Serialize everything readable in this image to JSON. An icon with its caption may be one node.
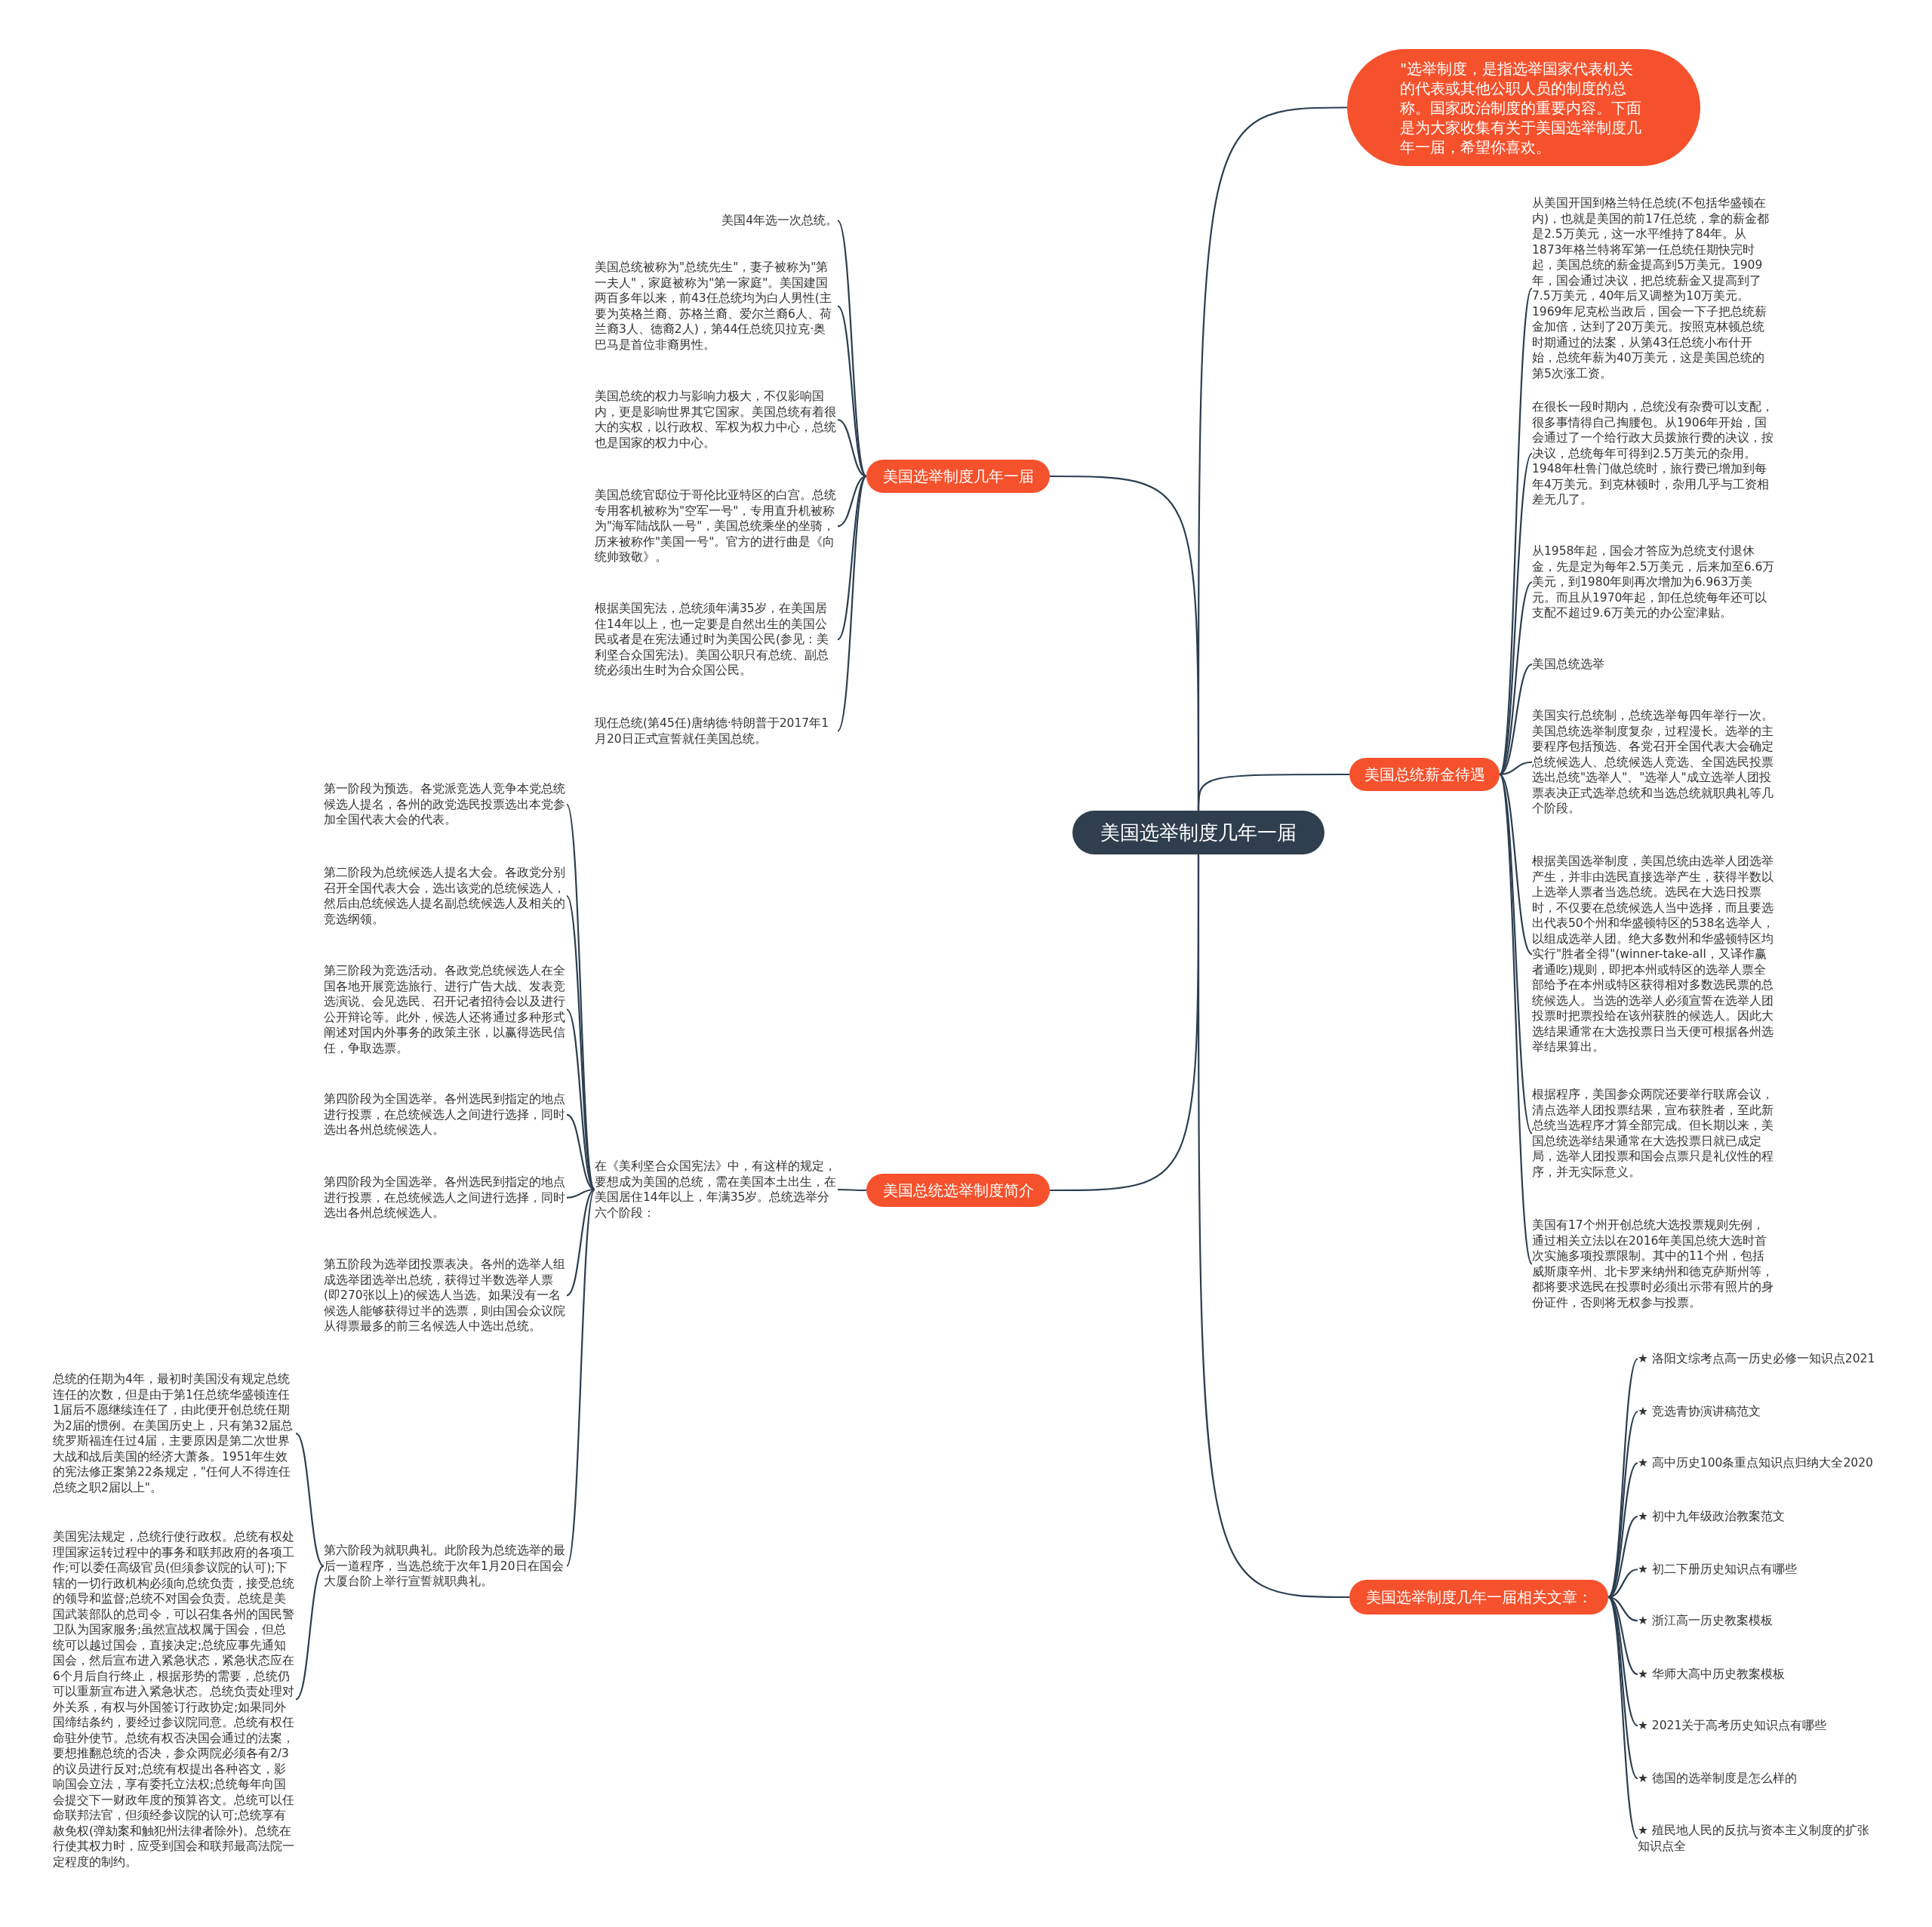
{
  "diagram": {
    "nodes": [
      {
        "text": [
          "美国选举制度几年一届"
        ]
      },
      {
        "text": [
          "\"选举制度，是指选举国家代表机关的代表或其他公职人员的制度的总称。国家政治制度的重要内容。下面是为大家收集有关于美国选举制度几年一届，希望你喜欢。"
        ]
      },
      {
        "text": [
          "美国选举制度几年一届"
        ]
      },
      {
        "text": [
          "美国4年选一次总统。"
        ]
      },
      {
        "text": [
          "美国总统被称为\"总统先生\"，妻子被称为\"第一夫人\"，家庭被称为\"第一家庭\"。美国建国两百多年以来，前43任总统均为白人男性(主要为英格兰裔、苏格兰裔、爱尔兰裔6人、荷兰裔3人、德裔2人)，第44任总统贝拉克·奥巴马是首位非裔男性。"
        ]
      },
      {
        "text": [
          "美国总统的权力与影响力极大，不仅影响国内，更是影响世界其它国家。美国总统有着很大的实权，以行政权、军权为权力中心，总统也是国家的权力中心。"
        ]
      },
      {
        "text": [
          "美国总统官邸位于哥伦比亚特区的白宫。总统专用客机被称为\"空军一号\"，专用直升机被称为\"海军陆战队一号\"，美国总统乘坐的坐骑，历来被称作\"美国一号\"。官方的进行曲是《向统帅致敬》。"
        ]
      },
      {
        "text": [
          "根据美国宪法，总统须年满35岁，在美国居住14年以上，也一定要是自然出生的美国公民或者是在宪法通过时为美国公民(参见：美利坚合众国宪法)。美国公职只有总统、副总统必须出生时为合众国公民。"
        ]
      },
      {
        "text": [
          "现任总统(第45任)唐纳德·特朗普于2017年1月20日正式宣誓就任美国总统。"
        ]
      },
      {
        "text": [
          "美国总统选举制度简介"
        ]
      },
      {
        "text": [
          "在《美利坚合众国宪法》中，有这样的规定，要想成为美国的总统，需在美国本土出生，在美国居住14年以上，年满35岁。总统选举分六个阶段："
        ]
      },
      {
        "text": [
          "第一阶段为预选。各党派竞选人竞争本党总统候选人提名，各州的政党选民投票选出本党参加全国代表大会的代表。"
        ]
      },
      {
        "text": [
          "第二阶段为总统候选人提名大会。各政党分别召开全国代表大会，选出该党的总统候选人，然后由总统候选人提名副总统候选人及相关的竞选纲领。"
        ]
      },
      {
        "text": [
          "第三阶段为竞选活动。各政党总统候选人在全国各地开展竞选旅行、进行广告大战、发表竞选演说、会见选民、召开记者招待会以及进行公开辩论等。此外，候选人还将通过多种形式阐述对国内外事务的政策主张，以赢得选民信任，争取选票。"
        ]
      },
      {
        "text": [
          "第四阶段为全国选举。各州选民到指定的地点进行投票，在总统候选人之间进行选择，同时选出各州总统候选人。"
        ]
      },
      {
        "text": [
          "第四阶段为全国选举。各州选民到指定的地点进行投票，在总统候选人之间进行选择，同时选出各州总统候选人。"
        ]
      },
      {
        "text": [
          "第五阶段为选举团投票表决。各州的选举人组成选举团选举出总统，获得过半数选举人票(即270张以上)的候选人当选。如果没有一名候选人能够获得过半的选票，则由国会众议院从得票最多的前三名候选人中选出总统。"
        ]
      },
      {
        "text": [
          "第六阶段为就职典礼。此阶段为总统选举的最后一道程序，当选总统于次年1月20日在国会大厦台阶上举行宣誓就职典礼。"
        ]
      },
      {
        "text": [
          "总统的任期为4年，最初时美国没有规定总统连任的次数，但是由于第1任总统华盛顿连任1届后不愿继续连任了，由此便开创总统任期为2届的惯例。在美国历史上，只有第32届总统罗斯福连任过4届，主要原因是第二次世界大战和战后美国的经济大萧条。1951年生效的宪法修正案第22条规定，\"任何人不得连任总统之职2届以上\"。"
        ]
      },
      {
        "text": [
          "美国宪法规定，总统行使行政权。总统有权处理国家运转过程中的事务和联邦政府的各项工作;可以委任高级官员(但须参议院的认可);下辖的一切行政机构必须向总统负责，接受总统的领导和监督;总统不对国会负责。总统是美国武装部队的总司令，可以召集各州的国民警卫队为国家服务;虽然宣战权属于国会，但总统可以越过国会，直接决定;总统应事先通知国会，然后宣布进入紧急状态，紧急状态应在6个月后自行终止，根据形势的需要，总统仍可以重新宣布进入紧急状态。总统负责处理对外关系，有权与外国签订行政协定;如果同外国缔结条约，要经过参议院同意。总统有权任命驻外使节。总统有权否决国会通过的法案，要想推翻总统的否决，参众两院必须各有2/3的议员进行反对;总统有权提出各种咨文，影响国会立法，享有委托立法权;总统每年向国会提交下一财政年度的预算咨文。总统可以任命联邦法官，但须经参议院的认可;总统享有赦免权(弹劾案和触犯州法律者除外)。总统在行使其权力时，应受到国会和联邦最高法院一定程度的制约。"
        ]
      },
      {
        "text": [
          "美国总统薪金待遇"
        ]
      },
      {
        "text": [
          "从美国开国到格兰特任总统(不包括华盛顿在内)，也就是美国的前17任总统，拿的薪金都是2.5万美元，这一水平维持了84年。从1873年格兰特将军第一任总统任期快完时起，美国总统的薪金提高到5万美元。1909年，国会通过决议，把总统薪金又提高到了7.5万美元，40年后又调整为10万美元。1969年尼克松当政后，国会一下子把总统薪金加倍，达到了20万美元。按照克林顿总统时期通过的法案，从第43任总统小布什开始，总统年薪为40万美元，这是美国总统的第5次涨工资。"
        ]
      },
      {
        "text": [
          "在很长一段时期内，总统没有杂费可以支配，很多事情得自己掏腰包。从1906年开始，国会通过了一个给行政大员拨旅行费的决议，按决议，总统每年可得到2.5万美元的杂用。1948年杜鲁门做总统时，旅行费已增加到每年4万美元。到克林顿时，杂用几乎与工资相差无几了。"
        ]
      },
      {
        "text": [
          "从1958年起，国会才答应为总统支付退休金，先是定为每年2.5万美元，后来加至6.6万美元，到1980年则再次增加为6.963万美元。而且从1970年起，卸任总统每年还可以支配不超过9.6万美元的办公室津贴。"
        ]
      },
      {
        "text": [
          "美国总统选举"
        ]
      },
      {
        "text": [
          "美国实行总统制，总统选举每四年举行一次。美国总统选举制度复杂，过程漫长。选举的主要程序包括预选、各党召开全国代表大会确定总统候选人、总统候选人竞选、全国选民投票选出总统\"选举人\"、\"选举人\"成立选举人团投票表决正式选举总统和当选总统就职典礼等几个阶段。"
        ]
      },
      {
        "text": [
          "根据美国选举制度，美国总统由选举人团选举产生，并非由选民直接选举产生，获得半数以上选举人票者当选总统。选民在大选日投票时，不仅要在总统候选人当中选择，而且要选出代表50个州和华盛顿特区的538名选举人，以组成选举人团。绝大多数州和华盛顿特区均实行\"胜者全得\"(winner-take-all，又译作赢者通吃)规则，即把本州或特区的选举人票全部给予在本州或特区获得相对多数选民票的总统候选人。当选的选举人必须宣誓在选举人团投票时把票投给在该州获胜的候选人。因此大选结果通常在大选投票日当天便可根据各州选举结果算出。"
        ]
      },
      {
        "text": [
          "根据程序，美国参众两院还要举行联席会议，清点选举人团投票结果，宣布获胜者，至此新总统当选程序才算全部完成。但长期以来，美国总统选举结果通常在大选投票日就已成定局，选举人团投票和国会点票只是礼仪性的程序，并无实际意义。"
        ]
      },
      {
        "text": [
          "美国有17个州开创总统大选投票规则先例，通过相关立法以在2016年美国总统大选时首次实施多项投票限制。其中的11个州，包括威斯康辛州、北卡罗来纳州和德克萨斯州等，都将要求选民在投票时必须出示带有照片的身份证件，否则将无权参与投票。"
        ]
      },
      {
        "text": [
          "美国选举制度几年一届相关文章："
        ]
      },
      {
        "text": [
          "★ 洛阳文综考点高一历史必修一知识点2021"
        ]
      },
      {
        "text": [
          "★ 竞选青协演讲稿范文"
        ]
      },
      {
        "text": [
          "★ 高中历史100条重点知识点归纳大全2020"
        ]
      },
      {
        "text": [
          "★ 初中九年级政治教案范文"
        ]
      },
      {
        "text": [
          "★ 初二下册历史知识点有哪些"
        ]
      },
      {
        "text": [
          "★ 浙江高一历史教案模板"
        ]
      },
      {
        "text": [
          "★ 华师大高中历史教案模板"
        ]
      },
      {
        "text": [
          "★ 2021关于高考历史知识点有哪些"
        ]
      },
      {
        "text": [
          "★ 德国的选举制度是怎么样的"
        ]
      },
      {
        "text": [
          "★ 殖民地人民的反抗与资本主义制度的扩张知识点全"
        ]
      }
    ],
    "edges": [
      {
        "from": 0,
        "to": 1,
        "arrow": "none"
      },
      {
        "from": 0,
        "to": 2,
        "arrow": "none"
      },
      {
        "from": 0,
        "to": 9,
        "arrow": "none"
      },
      {
        "from": 0,
        "to": 20,
        "arrow": "none"
      },
      {
        "from": 0,
        "to": 29,
        "arrow": "none"
      },
      {
        "from": 2,
        "to": 3,
        "arrow": "none"
      },
      {
        "from": 2,
        "to": 4,
        "arrow": "none"
      },
      {
        "from": 2,
        "to": 5,
        "arrow": "none"
      },
      {
        "from": 2,
        "to": 6,
        "arrow": "none"
      },
      {
        "from": 2,
        "to": 7,
        "arrow": "none"
      },
      {
        "from": 2,
        "to": 8,
        "arrow": "none"
      },
      {
        "from": 9,
        "to": 10,
        "arrow": "none"
      },
      {
        "from": 10,
        "to": 11,
        "arrow": "none"
      },
      {
        "from": 10,
        "to": 12,
        "arrow": "none"
      },
      {
        "from": 10,
        "to": 13,
        "arrow": "none"
      },
      {
        "from": 10,
        "to": 14,
        "arrow": "none"
      },
      {
        "from": 10,
        "to": 15,
        "arrow": "none"
      },
      {
        "from": 10,
        "to": 16,
        "arrow": "none"
      },
      {
        "from": 10,
        "to": 17,
        "arrow": "none"
      },
      {
        "from": 17,
        "to": 18,
        "arrow": "none"
      },
      {
        "from": 17,
        "to": 19,
        "arrow": "none"
      },
      {
        "from": 20,
        "to": 21,
        "arrow": "none"
      },
      {
        "from": 20,
        "to": 22,
        "arrow": "none"
      },
      {
        "from": 20,
        "to": 23,
        "arrow": "none"
      },
      {
        "from": 20,
        "to": 24,
        "arrow": "none"
      },
      {
        "from": 20,
        "to": 25,
        "arrow": "none"
      },
      {
        "from": 20,
        "to": 26,
        "arrow": "none"
      },
      {
        "from": 20,
        "to": 27,
        "arrow": "none"
      },
      {
        "from": 20,
        "to": 28,
        "arrow": "none"
      },
      {
        "from": 29,
        "to": 30,
        "arrow": "none"
      },
      {
        "from": 29,
        "to": 31,
        "arrow": "none"
      },
      {
        "from": 29,
        "to": 32,
        "arrow": "none"
      },
      {
        "from": 29,
        "to": 33,
        "arrow": "none"
      },
      {
        "from": 29,
        "to": 34,
        "arrow": "none"
      },
      {
        "from": 29,
        "to": 35,
        "arrow": "none"
      },
      {
        "from": 29,
        "to": 36,
        "arrow": "none"
      },
      {
        "from": 29,
        "to": 37,
        "arrow": "none"
      },
      {
        "from": 29,
        "to": 38,
        "arrow": "none"
      },
      {
        "from": 29,
        "to": 39,
        "arrow": "none"
      }
    ]
  }
}
